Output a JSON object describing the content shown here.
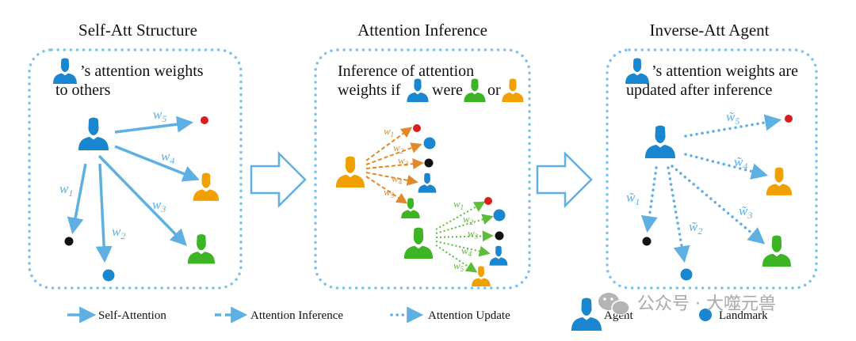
{
  "panels": {
    "p1": {
      "title": "Self-Att Structure",
      "cap1": "’s attention weights",
      "cap2": "to others",
      "w1": "w",
      "s1": "1",
      "w2": "w",
      "s2": "2",
      "w3": "w",
      "s3": "3",
      "w4": "w",
      "s4": "4",
      "w5": "w",
      "s5": "5"
    },
    "p2": {
      "title": "Attention Inference",
      "cap1": "Inference of attention",
      "cap2a": "weights  if",
      "cap2b": "were",
      "cap2c": "or",
      "w1": "w",
      "s1": "1",
      "w2": "w",
      "s2": "2",
      "w3": "w",
      "s3": "3",
      "w4": "w",
      "s4": "4",
      "w5": "w",
      "s5": "5"
    },
    "p3": {
      "title": "Inverse-Att Agent",
      "cap1": "’s attention weights are",
      "cap2": "updated after inference",
      "w1": "w̃",
      "s1": "1",
      "w2": "w̃",
      "s2": "2",
      "w3": "w̃",
      "s3": "3",
      "w4": "w̃",
      "s4": "4",
      "w5": "w̃",
      "s5": "5"
    }
  },
  "legend": {
    "self_attention": "Self-Attention",
    "attention_inference": "Attention Inference",
    "attention_update": "Attention Update",
    "agent": "Agent",
    "landmark": "Landmark"
  },
  "watermark": "公众号 · 大噬元兽",
  "colors": {
    "blue": "#1a86d0",
    "arrow_blue": "#5fb0e2",
    "orange": "#f0a000",
    "green": "#3cb424",
    "red": "#d81e1e",
    "black": "#111111",
    "dotted_border": "#7cc3ea",
    "orange_arrow": "#e0892a",
    "green_arrow": "#5cbd3a"
  },
  "icons": [
    "agent-person-icon",
    "landmark-dot-icon",
    "hollow-right-arrow-icon",
    "wechat-logo-icon"
  ]
}
